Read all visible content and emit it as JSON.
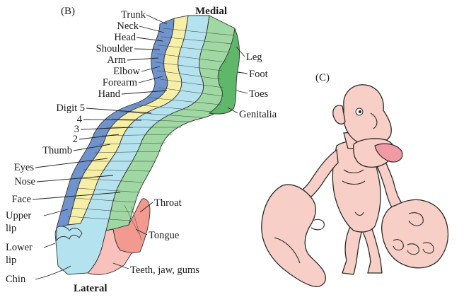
{
  "panel_b": {
    "letter": "(B)",
    "heading_medial": "Medial",
    "heading_lateral": "Lateral",
    "labels_left": {
      "trunk": "Trunk",
      "neck": "Neck",
      "head": "Head",
      "shoulder": "Shoulder",
      "arm": "Arm",
      "elbow": "Elbow",
      "forearm": "Forearm",
      "hand": "Hand",
      "digit5": "Digit 5",
      "digit4": "4",
      "digit3": "3",
      "digit2": "2",
      "thumb": "Thumb",
      "eyes": "Eyes",
      "nose": "Nose",
      "face": "Face",
      "upper_lip_1": "Upper",
      "upper_lip_2": "lip",
      "lower_lip_1": "Lower",
      "lower_lip_2": "lip",
      "chin": "Chin"
    },
    "labels_right": {
      "leg": "Leg",
      "foot": "Foot",
      "toes": "Toes",
      "genitalia": "Genitalia",
      "throat": "Throat",
      "tongue": "Tongue",
      "teeth": "Teeth, jaw, gums"
    },
    "colors": {
      "dark_blue": "#6f93cc",
      "yellow": "#f8efa6",
      "light_blue": "#b4e2ee",
      "green": "#9fd8a2",
      "dark_green": "#5fb86a",
      "salmon": "#f29a8f",
      "pink": "#f8c1bb"
    }
  },
  "panel_c": {
    "letter": "(C)",
    "figure": "homunculus",
    "skin_color": "#f7cfc6",
    "tongue_color": "#f09aa5"
  }
}
